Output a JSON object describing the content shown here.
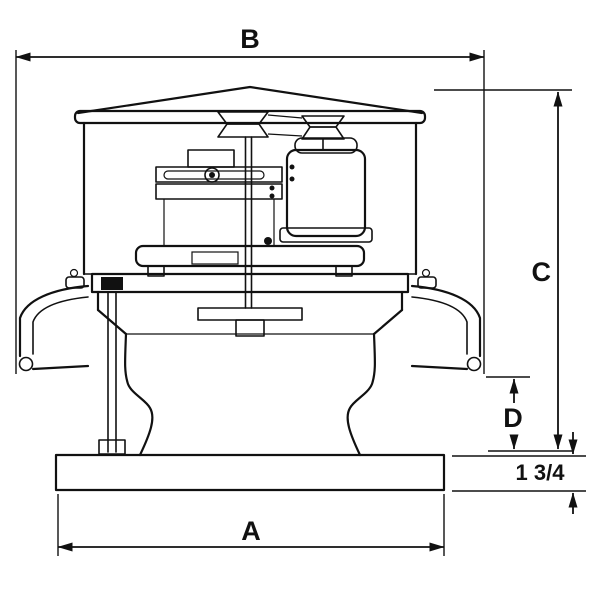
{
  "diagram": {
    "background_color": "#ffffff",
    "line_color": "#111111",
    "labels": {
      "dim_overall_width": "B",
      "dim_overall_height": "C",
      "dim_windband_to_base": "D",
      "dim_base_width": "A",
      "dim_base_height": "1 3/4"
    }
  }
}
